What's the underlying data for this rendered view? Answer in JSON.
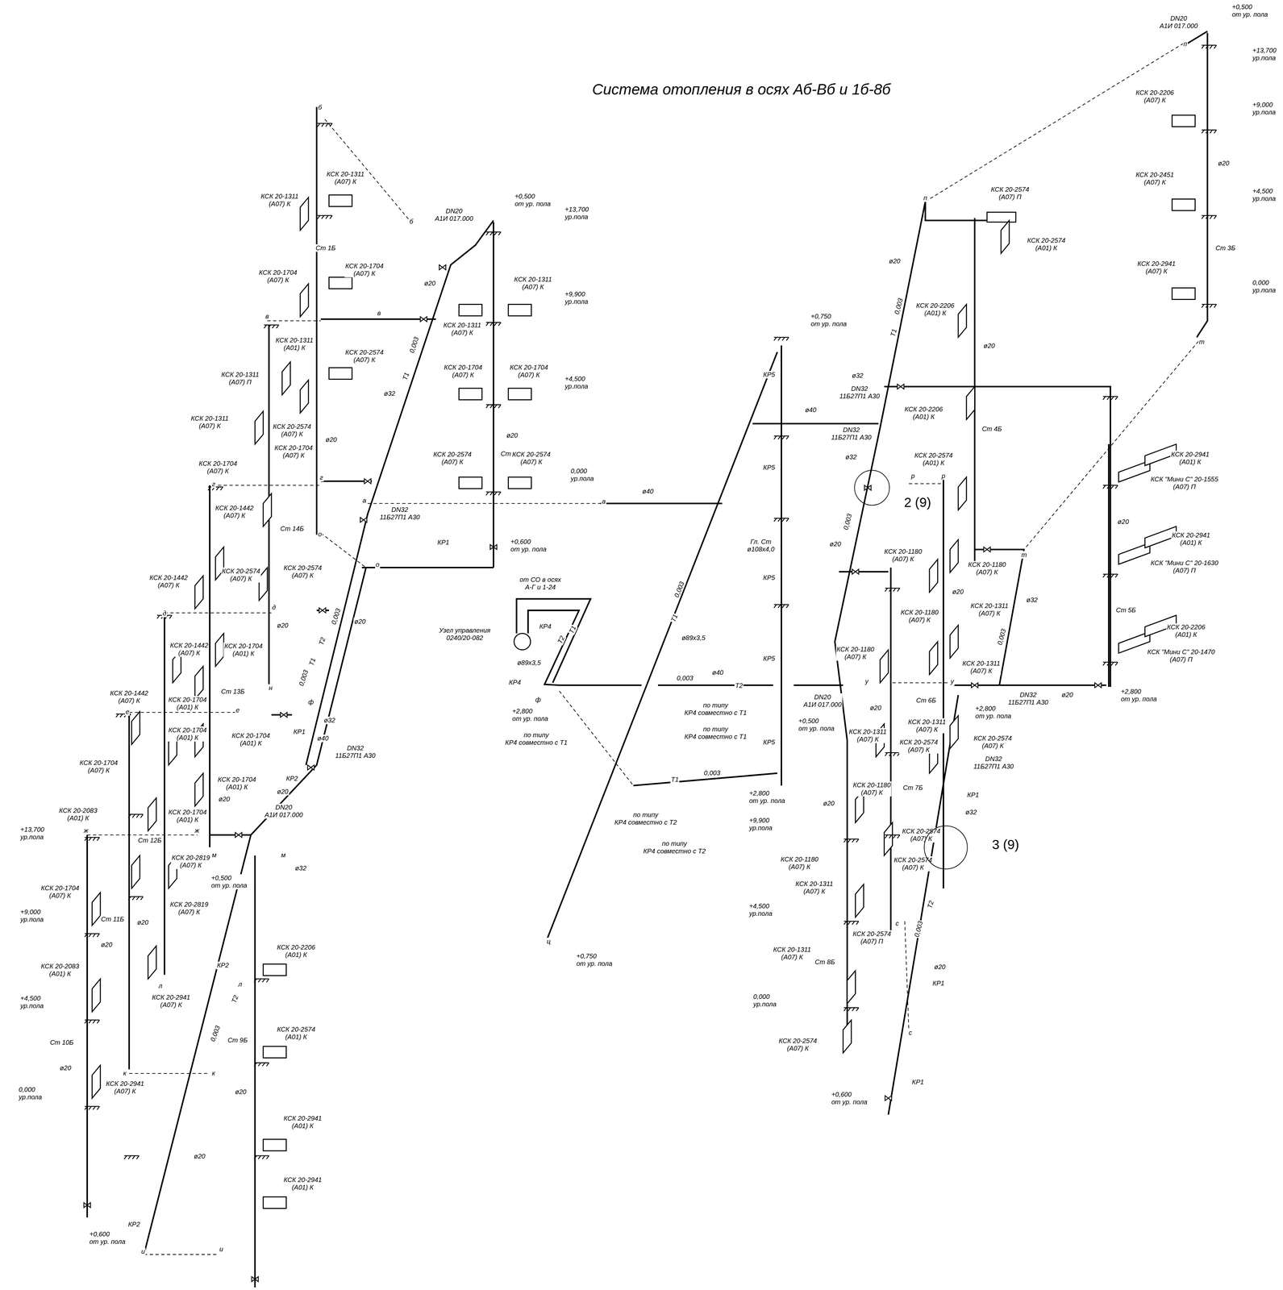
{
  "diagram": {
    "title": "Система отопления в осях Аб-Вб и 1б-8б",
    "nodes": [
      {
        "text": [
          "2 (9)"
        ]
      },
      {
        "text": [
          "3 (9)"
        ]
      }
    ],
    "labels": [
      "КСК 20-1311 (А07) К",
      "КСК 20-1311 (А07) К",
      "б",
      "б",
      "Ст 1Б",
      "КСК 20-1704 (А07) К",
      "КСК 20-1704 (А07) К",
      "в",
      "в",
      "КСК 20-1311 (А01) К",
      "КСК 20-2574 (А07) К",
      "КСК 20-1311 (А07) П",
      "КСК 20-1311 (А07) К",
      "КСК 20-2574 (А07) К",
      "КСК 20-1704 (А07) К",
      "ø20",
      "КСК 20-1704 (А07) К",
      "г",
      "г",
      "КСК 20-1442 (А07) К",
      "Ст 14Б",
      "о",
      "о",
      "КСК 20-1442 (А07) К",
      "КСК 20-2574 (А07) К",
      "КСК 20-2574 (А07) К",
      "д",
      "д",
      "ø20",
      "КСК 20-1442 (А07) К",
      "КСК 20-1704 (А01) К",
      "Ст 13Б",
      "КСК 20-1442 (А07) К",
      "КСК 20-1704 (А01) К",
      "е",
      "е",
      "КСК 20-1704 (А01) К",
      "КСК 20-1704 (А01) К",
      "КСК 20-1704 (А07) К",
      "КСК 20-1704 (А01) К",
      "ø20",
      "КСК 20-1704 (А01) К",
      "КСК 20-2083 (А01) К",
      "+13,700 ур.пола",
      "ж",
      "ж",
      "Ст 12Б",
      "м",
      "м",
      "КСК 20-2819 (А07) К",
      "+0,500 от ур. пола",
      "КСК 20-1704 (А07) К",
      "КСК 20-2819 (А07) К",
      "+9,000 ур.пола",
      "Ст 11Б",
      "ø20",
      "ø20",
      "КСК 20-2083 (А01) К",
      "КСК 20-2941 (А07) К",
      "л",
      "л",
      "+4,500 ур.пола",
      "КР2",
      "КСК 20-2206 (А01) К",
      "Т2",
      "0,003",
      "Ст 10Б",
      "Ст 9Б",
      "КСК 20-2574 (А01) К",
      "ø20",
      "к",
      "к",
      "КСК 20-2941 (А07) К",
      "0,000 ур.пола",
      "ø20",
      "КСК 20-2941 (А01) К",
      "ø20",
      "КСК 20-2941 (А01) К",
      "КР2",
      "+0,600 от ур. пола",
      "и",
      "и",
      "DN20 А1И 017.000",
      "+0,500 от ур. пола",
      "+13,700 ур.пола",
      "ø20",
      "КСК 20-1311 (А07) К",
      "КСК 20-1311 (А07) К",
      "+9,900 ур.пола",
      "ø32",
      "0,003",
      "Т1",
      "КСК 20-1704 (А07) К",
      "КСК 20-1704 (А07) К",
      "+4,500 ур.пола",
      "ø20",
      "Ст 2Б",
      "КСК 20-2574 (А07) К",
      "КСК 20-2574 (А07) К",
      "0,000 ур.пола",
      "а",
      "а",
      "ø40",
      "DN32 11Б27П1 А30",
      "КР1",
      "+0,600 от ур. пола",
      "ø20",
      "0,003",
      "Т2",
      "Т1",
      "0,003",
      "н",
      "ф",
      "КР1",
      "ø32",
      "ø40",
      "DN32 11Б27П1 А30",
      "КР2",
      "ø20",
      "DN20 А1И 017.000",
      "ø32",
      "от СО в осях А-Г и 1-24",
      "Узел управления 0240/20-082",
      "КР4",
      "Т2",
      "Т1",
      "ø89х3,5",
      "КР4",
      "ф",
      "+2,800 от ур. пола",
      "по типу КР4 совместно с Т1",
      "0,003",
      "ø40",
      "Т2",
      "по типу КР4 совместно с Т1",
      "по типу КР4 совместно с Т1",
      "0,003",
      "Т1",
      "по типу КР4 совместно с Т2",
      "по типу КР4 совместно с Т2",
      "0,003",
      "Т1",
      "ø89х3,5",
      "ц",
      "+0,750 от ур. пола",
      "+0,750 от ур. пола",
      "КР5",
      "ø40",
      "КР5",
      "Гл. Ст ø108х4,0",
      "КР5",
      "КР5",
      "КР5",
      "+2,800 от ур. пола",
      "п",
      "ø20",
      "0,003",
      "Т1",
      "КСК 20-2574 (А07) П",
      "КСК 20-2574 (А01) К",
      "КСК 20-2206 (А01) К",
      "ø20",
      "ø32",
      "DN32 11Б27П1 А30",
      "КСК 20-2206 (А01) К",
      "DN32 11Б27П1 А30",
      "Ст 4Б",
      "ø32",
      "КСК 20-2574 (А01) К",
      "р",
      "р",
      "0,003",
      "ø20",
      "КСК 20-1180 (А07) К",
      "КСК 20-1180 (А07) К",
      "т",
      "ø20",
      "ø32",
      "КСК 20-1180 (А07) К",
      "КСК 20-1311 (А07) К",
      "0,003",
      "КСК 20-1180 (А07) К",
      "КСК 20-1311 (А07) К",
      "у",
      "у",
      "DN32 11Б27П1 А30",
      "ø20",
      "+2,800 от ур. пола",
      "DN20 А1И 017.000",
      "Ст 6Б",
      "+2,800 от ур. пола",
      "ø20",
      "КСК 20-1311 (А07) К",
      "+0,500 от ур. пола",
      "КСК 20-1311 (А07) К",
      "КСК 20-2574 (А07) К",
      "КСК 20-2574 (А07) К",
      "DN32 11Б27П1 А30",
      "КСК 20-1180 (А07) К",
      "Ст 7Б",
      "ø20",
      "КР1",
      "+9,900 ур.пола",
      "ø32",
      "КСК 20-2574 (А07) К",
      "КСК 20-1180 (А07) К",
      "КСК 20-2574 (А07) К",
      "КСК 20-1311 (А07) К",
      "+4,500 ур.пола",
      "Т2",
      "0,003",
      "с",
      "КСК 20-2574 (А07) П",
      "КСК 20-1311 (А07) К",
      "Ст 8Б",
      "ø20",
      "КР1",
      "0,000 ур.пола",
      "с",
      "КСК 20-2574 (А07) К",
      "КР1",
      "+0,600 от ур. пола",
      "DN20 А1И 017.000",
      "+0,500 от ур. пола",
      "п",
      "+13,700 ур.пола",
      "КСК 20-2206 (А07) К",
      "+9,000 ур.пола",
      "ø20",
      "КСК 20-2451 (А07) К",
      "+4,500 ур.пола",
      "Ст 3Б",
      "КСК 20-2941 (А07) К",
      "0,000 ур.пола",
      "т",
      "КСК 20-2941 (А01) К",
      "КСК \"Мини С\" 20-1555 (А07) П",
      "ø20",
      "КСК 20-2941 (А01) К",
      "КСК \"Мини С\" 20-1630 (А07) П",
      "Ст 5Б",
      "КСК 20-2206 (А01) К",
      "КСК \"Мини С\" 20-1470 (А07) П"
    ]
  }
}
